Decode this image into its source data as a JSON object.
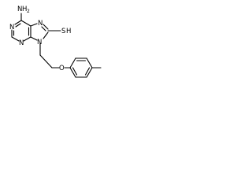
{
  "molecule": {
    "atoms": {
      "nh2_N": "N",
      "nh2_H": "H",
      "nh2_sub": "2",
      "n1": "N",
      "n3": "N",
      "n7": "N",
      "n9": "N",
      "sh_S": "S",
      "sh_H": "H",
      "o": "O"
    }
  }
}
